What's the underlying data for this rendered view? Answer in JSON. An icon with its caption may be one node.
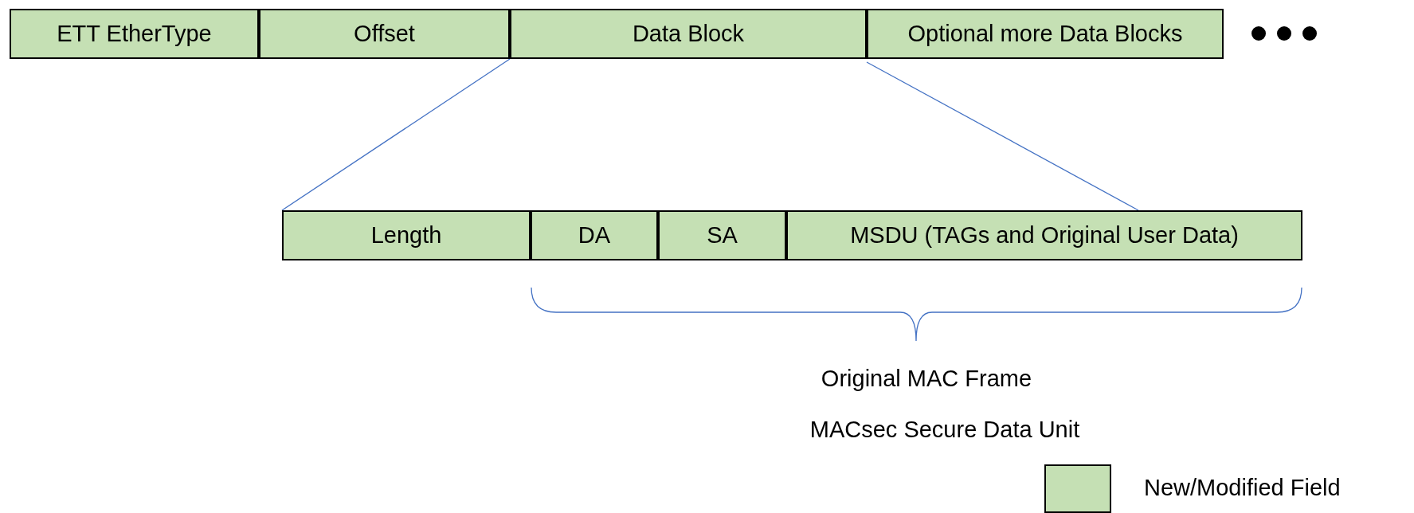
{
  "diagram": {
    "nodes": [
      {
        "text": [
          "ETT EtherType"
        ]
      },
      {
        "text": [
          "Offset"
        ]
      },
      {
        "text": [
          "Data Block"
        ]
      },
      {
        "text": [
          "Optional more Data Blocks"
        ]
      },
      {
        "text": [
          "Length"
        ]
      },
      {
        "text": [
          "DA"
        ]
      },
      {
        "text": [
          "SA"
        ]
      },
      {
        "text": [
          "MSDU (TAGs and Original User Data)"
        ]
      }
    ],
    "edges": [
      {
        "from": 2,
        "to": 4,
        "arrow": "none"
      },
      {
        "from": 3,
        "to": 7,
        "arrow": "none"
      }
    ],
    "labels": [
      "Original MAC Frame",
      "MACsec Secure Data Unit"
    ],
    "legend": [
      {
        "text": "New/Modified Field",
        "color": "#c5e0b4"
      }
    ]
  }
}
